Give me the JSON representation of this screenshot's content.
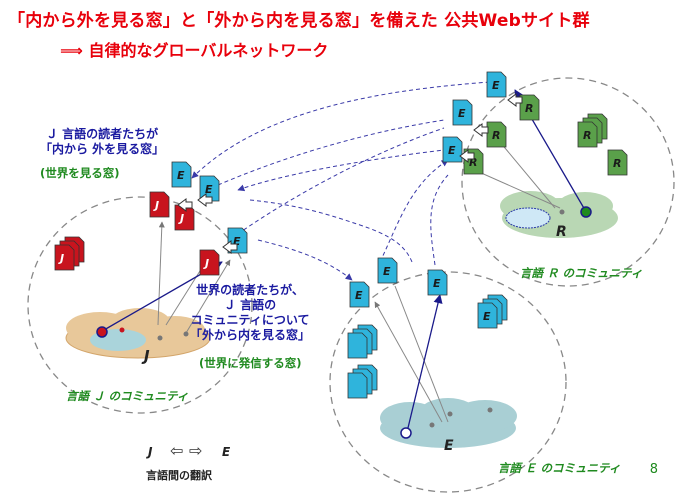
{
  "title": {
    "line1": "「内から外を見る窓」と「外から内を見る窓」を備えた 公共Webサイト群",
    "line2": "⟹  自律的なグローバルネットワーク"
  },
  "labels": {
    "j_readers": [
      "Ｊ 言語の読者たちが",
      "「内から 外を見る窓」"
    ],
    "window_see_world": "(世界を見る窓)",
    "world_readers": [
      "世界の読者たちが、",
      "Ｊ 言語の",
      "コミュニティについて",
      "「外から内を見る窓」"
    ],
    "window_send_world": "(世界に発信する窓)",
    "community_j": "言語 Ｊ のコミュニティ",
    "community_r": "言語 Ｒ のコミュニティ",
    "community_e": "言語 Ｅ のコミュニティ"
  },
  "legend": {
    "left": "J",
    "right": "E",
    "caption": "言語間の翻訳"
  },
  "page_number": "8",
  "doc_letters": {
    "J": "J",
    "E": "E",
    "R": "R"
  },
  "community_letters": {
    "J": "J",
    "R": "R",
    "E": "E"
  },
  "colors": {
    "title": "#e8000b",
    "text_blue": "#1a1aa0",
    "text_green": "#1f8a1f",
    "doc_j": "#c8141e",
    "doc_e": "#2fb4dc",
    "doc_r": "#5aa04a",
    "arrow_link": "#3a3aa8"
  }
}
